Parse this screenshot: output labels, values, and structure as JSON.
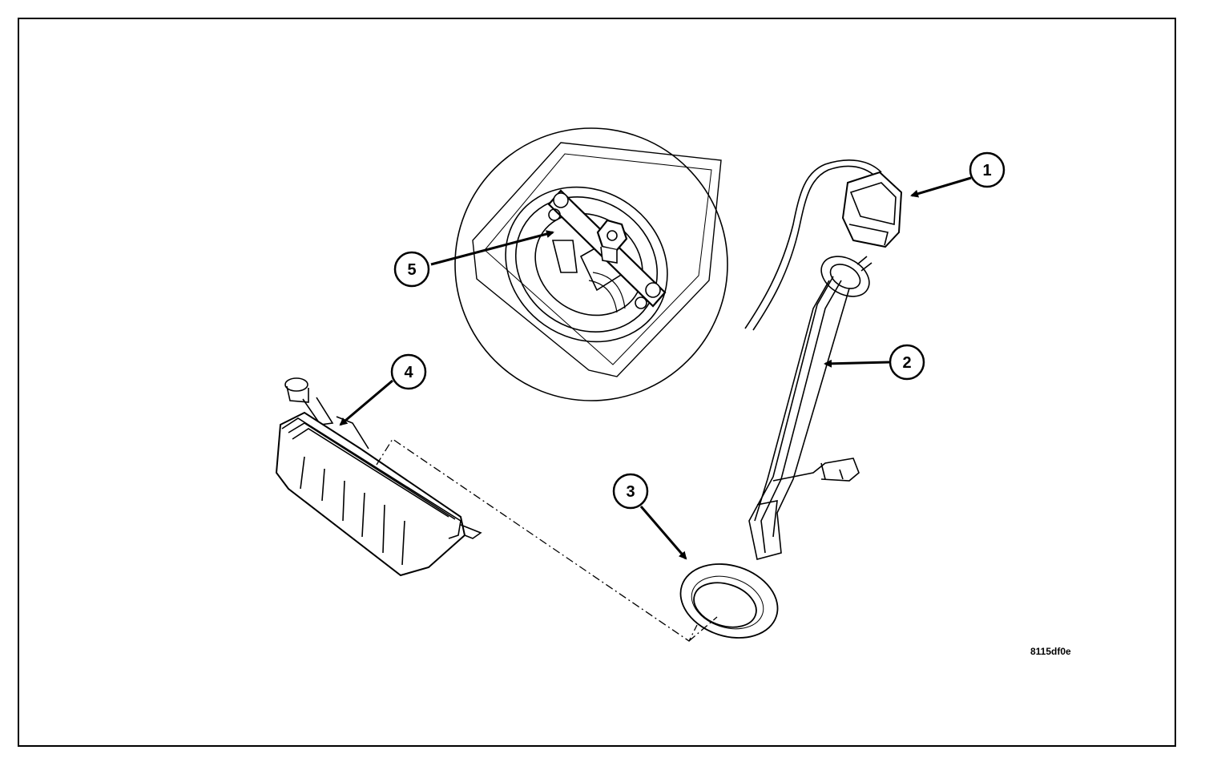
{
  "figure_id": "8115df0e",
  "callouts": [
    "1",
    "2",
    "3",
    "4",
    "5"
  ],
  "colors": {
    "line": "#000000",
    "background": "#ffffff"
  }
}
